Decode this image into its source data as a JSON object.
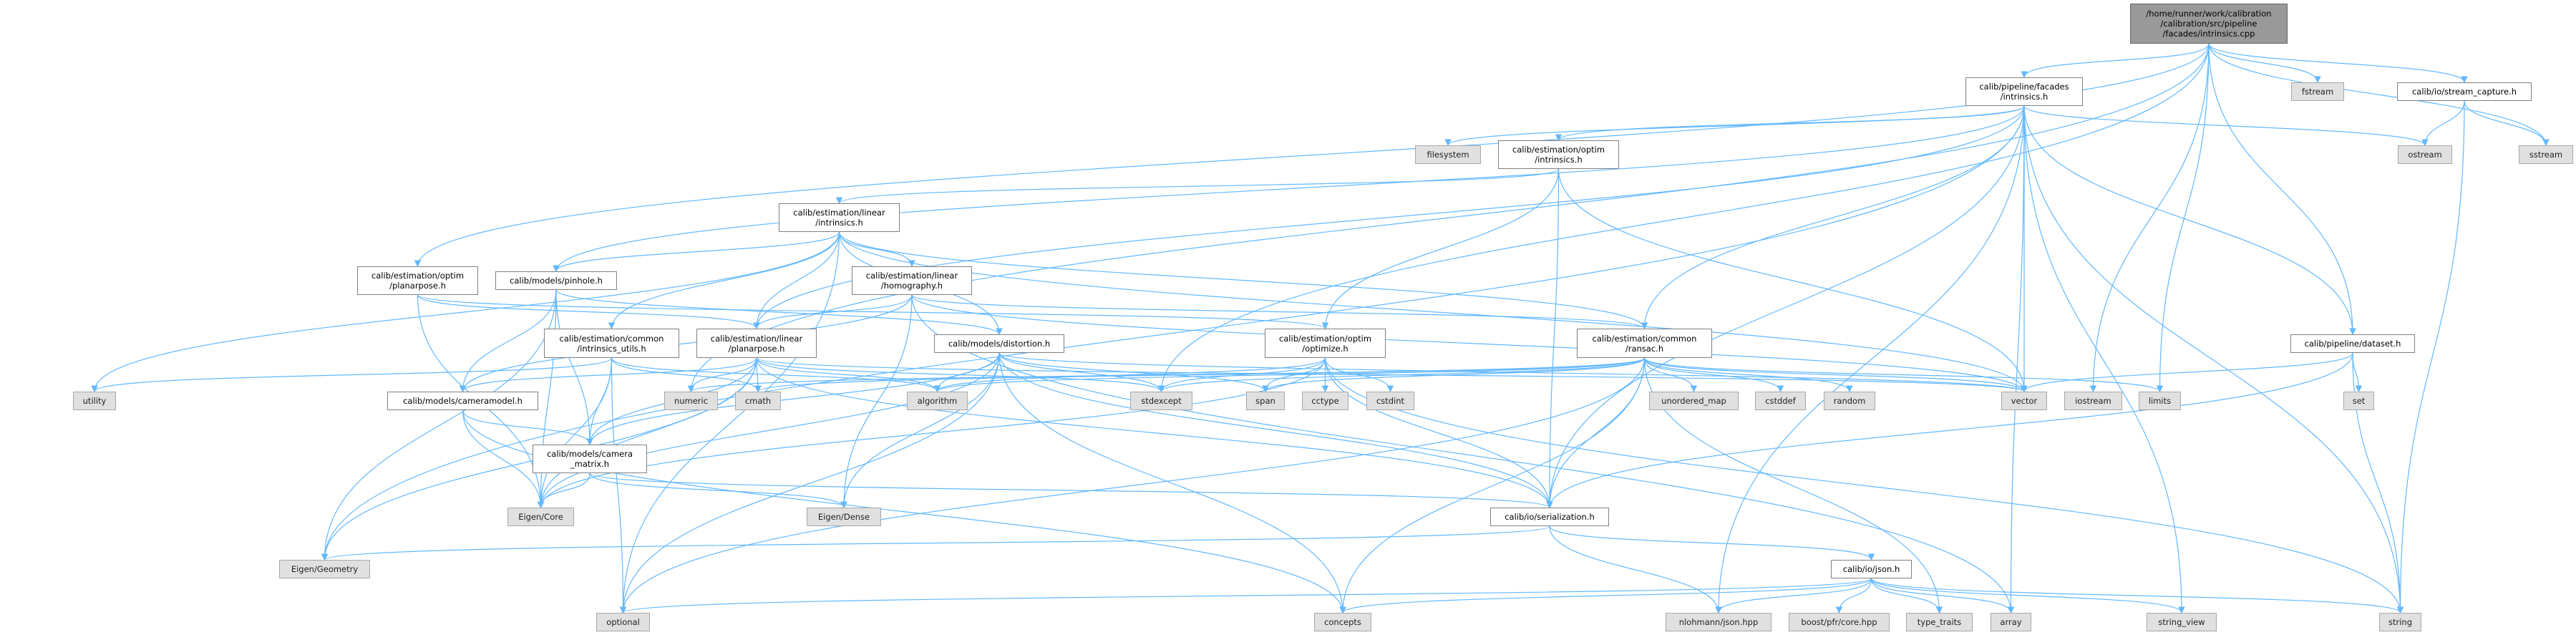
{
  "title": "/home/runner/work/calibration/calibration/src/pipeline/facades/intrinsics.cpp include dependency graph",
  "colors": {
    "edge": "#63b8ff",
    "root_fill": "#999999",
    "system_fill": "#e0e0e0",
    "local_fill": "#ffffff"
  },
  "nodes": [
    {
      "id": "root",
      "label": "/home/runner/work/calibration\n/calibration/src/pipeline\n/facades/intrinsics.cpp",
      "kind": "root"
    },
    {
      "id": "facades",
      "label": "calib/pipeline/facades\n/intrinsics.h",
      "kind": "local"
    },
    {
      "id": "fstream",
      "label": "fstream",
      "kind": "system"
    },
    {
      "id": "stream_capture",
      "label": "calib/io/stream_capture.h",
      "kind": "local"
    },
    {
      "id": "ostream",
      "label": "ostream",
      "kind": "system"
    },
    {
      "id": "sstream",
      "label": "sstream",
      "kind": "system"
    },
    {
      "id": "filesystem",
      "label": "filesystem",
      "kind": "system"
    },
    {
      "id": "optim_intrinsics",
      "label": "calib/estimation/optim\n/intrinsics.h",
      "kind": "local"
    },
    {
      "id": "linear_intrinsics",
      "label": "calib/estimation/linear\n/intrinsics.h",
      "kind": "local"
    },
    {
      "id": "homography",
      "label": "calib/estimation/linear\n/homography.h",
      "kind": "local"
    },
    {
      "id": "optim_planarpose",
      "label": "calib/estimation/optim\n/planarpose.h",
      "kind": "local"
    },
    {
      "id": "pinhole",
      "label": "calib/models/pinhole.h",
      "kind": "local"
    },
    {
      "id": "intrinsics_utils",
      "label": "calib/estimation/common\n/intrinsics_utils.h",
      "kind": "local"
    },
    {
      "id": "linear_planarpose",
      "label": "calib/estimation/linear\n/planarpose.h",
      "kind": "local"
    },
    {
      "id": "distortion",
      "label": "calib/models/distortion.h",
      "kind": "local"
    },
    {
      "id": "optimize",
      "label": "calib/estimation/optim\n/optimize.h",
      "kind": "local"
    },
    {
      "id": "ransac",
      "label": "calib/estimation/common\n/ransac.h",
      "kind": "local"
    },
    {
      "id": "dataset",
      "label": "calib/pipeline/dataset.h",
      "kind": "local"
    },
    {
      "id": "utility",
      "label": "utility",
      "kind": "system"
    },
    {
      "id": "cameramodel",
      "label": "calib/models/cameramodel.h",
      "kind": "local"
    },
    {
      "id": "numeric",
      "label": "numeric",
      "kind": "system"
    },
    {
      "id": "cmath",
      "label": "cmath",
      "kind": "system"
    },
    {
      "id": "algorithm",
      "label": "algorithm",
      "kind": "system"
    },
    {
      "id": "stdexcept",
      "label": "stdexcept",
      "kind": "system"
    },
    {
      "id": "span",
      "label": "span",
      "kind": "system"
    },
    {
      "id": "cctype",
      "label": "cctype",
      "kind": "system"
    },
    {
      "id": "cstdint",
      "label": "cstdint",
      "kind": "system"
    },
    {
      "id": "unordered_map",
      "label": "unordered_map",
      "kind": "system"
    },
    {
      "id": "cstddef",
      "label": "cstddef",
      "kind": "system"
    },
    {
      "id": "random",
      "label": "random",
      "kind": "system"
    },
    {
      "id": "vector",
      "label": "vector",
      "kind": "system"
    },
    {
      "id": "iostream",
      "label": "iostream",
      "kind": "system"
    },
    {
      "id": "limits",
      "label": "limits",
      "kind": "system"
    },
    {
      "id": "set",
      "label": "set",
      "kind": "system"
    },
    {
      "id": "camera_matrix",
      "label": "calib/models/camera\n_matrix.h",
      "kind": "local"
    },
    {
      "id": "eigen_core",
      "label": "Eigen/Core",
      "kind": "system"
    },
    {
      "id": "eigen_dense",
      "label": "Eigen/Dense",
      "kind": "system"
    },
    {
      "id": "serialization",
      "label": "calib/io/serialization.h",
      "kind": "local"
    },
    {
      "id": "eigen_geometry",
      "label": "Eigen/Geometry",
      "kind": "system"
    },
    {
      "id": "json_h",
      "label": "calib/io/json.h",
      "kind": "local"
    },
    {
      "id": "optional",
      "label": "optional",
      "kind": "system"
    },
    {
      "id": "concepts",
      "label": "concepts",
      "kind": "system"
    },
    {
      "id": "nlohmann",
      "label": "nlohmann/json.hpp",
      "kind": "system"
    },
    {
      "id": "boost_pfr",
      "label": "boost/pfr/core.hpp",
      "kind": "system"
    },
    {
      "id": "type_traits",
      "label": "type_traits",
      "kind": "system"
    },
    {
      "id": "array",
      "label": "array",
      "kind": "system"
    },
    {
      "id": "string_view",
      "label": "string_view",
      "kind": "system"
    },
    {
      "id": "string",
      "label": "string",
      "kind": "system"
    }
  ],
  "edges": [
    [
      "root",
      "facades"
    ],
    [
      "root",
      "fstream"
    ],
    [
      "root",
      "stream_capture"
    ],
    [
      "root",
      "sstream"
    ],
    [
      "root",
      "dataset"
    ],
    [
      "root",
      "iostream"
    ],
    [
      "root",
      "limits"
    ],
    [
      "root",
      "stdexcept"
    ],
    [
      "root",
      "numeric"
    ],
    [
      "root",
      "optim_planarpose"
    ],
    [
      "stream_capture",
      "ostream"
    ],
    [
      "stream_capture",
      "sstream"
    ],
    [
      "stream_capture",
      "string"
    ],
    [
      "facades",
      "filesystem"
    ],
    [
      "facades",
      "optim_intrinsics"
    ],
    [
      "facades",
      "linear_planarpose"
    ],
    [
      "facades",
      "pinhole"
    ],
    [
      "facades",
      "ransac"
    ],
    [
      "facades",
      "serialization"
    ],
    [
      "facades",
      "vector"
    ],
    [
      "facades",
      "string"
    ],
    [
      "facades",
      "ostream"
    ],
    [
      "facades",
      "dataset"
    ],
    [
      "facades",
      "array"
    ],
    [
      "facades",
      "string_view"
    ],
    [
      "facades",
      "nlohmann"
    ],
    [
      "facades",
      "eigen_geometry"
    ],
    [
      "dataset",
      "vector"
    ],
    [
      "dataset",
      "serialization"
    ],
    [
      "dataset",
      "set"
    ],
    [
      "dataset",
      "string"
    ],
    [
      "optim_intrinsics",
      "linear_intrinsics"
    ],
    [
      "optim_intrinsics",
      "optimize"
    ],
    [
      "optim_intrinsics",
      "serialization"
    ],
    [
      "optim_intrinsics",
      "vector"
    ],
    [
      "linear_intrinsics",
      "pinhole"
    ],
    [
      "linear_intrinsics",
      "intrinsics_utils"
    ],
    [
      "linear_intrinsics",
      "linear_planarpose"
    ],
    [
      "linear_intrinsics",
      "homography"
    ],
    [
      "linear_intrinsics",
      "distortion"
    ],
    [
      "linear_intrinsics",
      "ransac"
    ],
    [
      "linear_intrinsics",
      "utility"
    ],
    [
      "linear_intrinsics",
      "optional"
    ],
    [
      "linear_intrinsics",
      "vector"
    ],
    [
      "homography",
      "linear_planarpose"
    ],
    [
      "homography",
      "eigen_dense"
    ],
    [
      "homography",
      "ransac"
    ],
    [
      "homography",
      "vector"
    ],
    [
      "homography",
      "array"
    ],
    [
      "homography",
      "cameramodel"
    ],
    [
      "optim_planarpose",
      "linear_planarpose"
    ],
    [
      "optim_planarpose",
      "optimize"
    ],
    [
      "optim_planarpose",
      "eigen_core"
    ],
    [
      "pinhole",
      "cameramodel"
    ],
    [
      "pinhole",
      "camera_matrix"
    ],
    [
      "pinhole",
      "distortion"
    ],
    [
      "pinhole",
      "eigen_core"
    ],
    [
      "pinhole",
      "eigen_geometry"
    ],
    [
      "intrinsics_utils",
      "utility"
    ],
    [
      "intrinsics_utils",
      "camera_matrix"
    ],
    [
      "intrinsics_utils",
      "cmath"
    ],
    [
      "intrinsics_utils",
      "optional"
    ],
    [
      "intrinsics_utils",
      "algorithm"
    ],
    [
      "intrinsics_utils",
      "eigen_core"
    ],
    [
      "linear_planarpose",
      "cameramodel"
    ],
    [
      "linear_planarpose",
      "camera_matrix"
    ],
    [
      "linear_planarpose",
      "numeric"
    ],
    [
      "linear_planarpose",
      "cmath"
    ],
    [
      "linear_planarpose",
      "eigen_geometry"
    ],
    [
      "linear_planarpose",
      "eigen_core"
    ],
    [
      "linear_planarpose",
      "vector"
    ],
    [
      "linear_planarpose",
      "algorithm"
    ],
    [
      "linear_planarpose",
      "stdexcept"
    ],
    [
      "linear_planarpose",
      "serialization"
    ],
    [
      "cameramodel",
      "camera_matrix"
    ],
    [
      "cameramodel",
      "eigen_core"
    ],
    [
      "cameramodel",
      "concepts"
    ],
    [
      "camera_matrix",
      "eigen_core"
    ],
    [
      "camera_matrix",
      "eigen_dense"
    ],
    [
      "camera_matrix",
      "serialization"
    ],
    [
      "distortion",
      "algorithm"
    ],
    [
      "distortion",
      "stdexcept"
    ],
    [
      "distortion",
      "span"
    ],
    [
      "distortion",
      "eigen_core"
    ],
    [
      "distortion",
      "eigen_dense"
    ],
    [
      "distortion",
      "optional"
    ],
    [
      "distortion",
      "concepts"
    ],
    [
      "distortion",
      "serialization"
    ],
    [
      "distortion",
      "camera_matrix"
    ],
    [
      "distortion",
      "vector"
    ],
    [
      "optimize",
      "algorithm"
    ],
    [
      "optimize",
      "stdexcept"
    ],
    [
      "optimize",
      "span"
    ],
    [
      "optimize",
      "cctype"
    ],
    [
      "optimize",
      "cstdint"
    ],
    [
      "optimize",
      "serialization"
    ],
    [
      "optimize",
      "eigen_core"
    ],
    [
      "optimize",
      "string"
    ],
    [
      "ransac",
      "algorithm"
    ],
    [
      "ransac",
      "stdexcept"
    ],
    [
      "ransac",
      "span"
    ],
    [
      "ransac",
      "unordered_map"
    ],
    [
      "ransac",
      "cstddef"
    ],
    [
      "ransac",
      "random"
    ],
    [
      "ransac",
      "vector"
    ],
    [
      "ransac",
      "limits"
    ],
    [
      "ransac",
      "serialization"
    ],
    [
      "ransac",
      "optional"
    ],
    [
      "ransac",
      "concepts"
    ],
    [
      "ransac",
      "type_traits"
    ],
    [
      "ransac",
      "cmath"
    ],
    [
      "ransac",
      "numeric"
    ],
    [
      "serialization",
      "json_h"
    ],
    [
      "serialization",
      "nlohmann"
    ],
    [
      "serialization",
      "eigen_geometry"
    ],
    [
      "json_h",
      "nlohmann"
    ],
    [
      "json_h",
      "boost_pfr"
    ],
    [
      "json_h",
      "type_traits"
    ],
    [
      "json_h",
      "array"
    ],
    [
      "json_h",
      "string_view"
    ],
    [
      "json_h",
      "string"
    ],
    [
      "json_h",
      "optional"
    ],
    [
      "json_h",
      "concepts"
    ]
  ]
}
